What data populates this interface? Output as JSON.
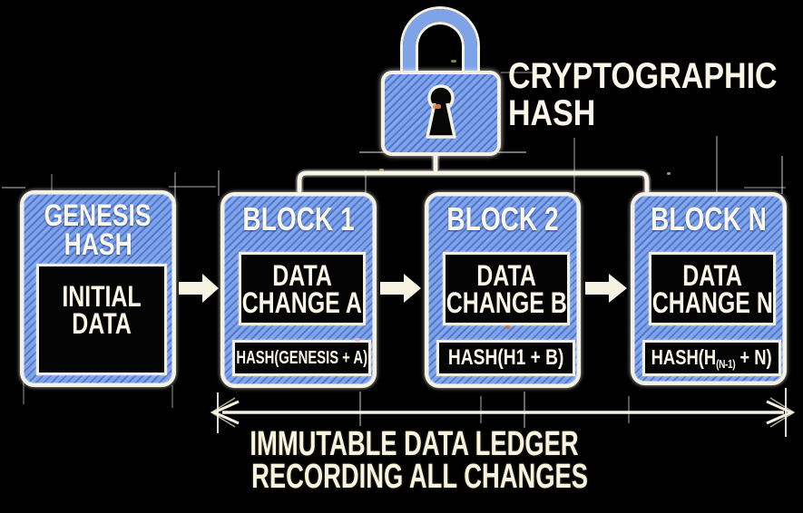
{
  "lock": {
    "icon": "padlock-icon",
    "label_line1": "CRYPTOGRAPHIC",
    "label_line2": "HASH"
  },
  "genesis": {
    "title_line1": "GENESIS",
    "title_line2": "HASH",
    "data_line1": "INITIAL",
    "data_line2": "DATA"
  },
  "blocks": [
    {
      "title": "BLOCK 1",
      "data_line1": "DATA",
      "data_line2": "CHANGE A",
      "hash": "HASH(GENESIS + A)"
    },
    {
      "title": "BLOCK 2",
      "data_line1": "DATA",
      "data_line2": "CHANGE B",
      "hash": "HASH(H1 + B)"
    },
    {
      "title": "BLOCK N",
      "data_line1": "DATA",
      "data_line2": "CHANGE N",
      "hash_prefix": "HASH(H",
      "hash_sub": "(N-1)",
      "hash_suffix": " + N)"
    }
  ],
  "caption": {
    "line1": "IMMUTABLE DATA LEDGER",
    "line2": "RECORDING ALL CHANGES"
  },
  "icons": {
    "flow": "right-arrow-icon",
    "hash_flow": "down-arrow-icon",
    "ledger_span": "double-headed-arrow-icon"
  },
  "colors": {
    "background": "#000000",
    "block_fill": "#7ea3e6",
    "block_hatch": "#2f55bc",
    "outline": "#f6f2e3",
    "text": "#faf6e6"
  }
}
